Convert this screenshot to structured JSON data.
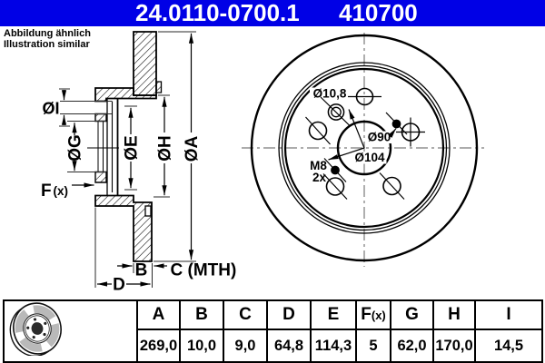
{
  "header": {
    "catalog_number": "24.0110-0700.1",
    "article_number": "410700"
  },
  "note": {
    "line1": "Abbildung ähnlich",
    "line2": "Illustration similar"
  },
  "drawing": {
    "dim_labels": {
      "A": "ØA",
      "H": "ØH",
      "E": "ØE",
      "G": "ØG",
      "I": "ØI",
      "F": "F",
      "F_suffix": "(x)",
      "B": "B",
      "C": "C (MTH)",
      "D": "D"
    },
    "annotations": {
      "bolt_hole_dia": "Ø10,8",
      "hub_circle": "Ø90",
      "bolt_circle": "Ø104",
      "thread_size": "M8",
      "thread_count": "2x"
    }
  },
  "table": {
    "headers": [
      "A",
      "B",
      "C",
      "D",
      "E",
      "F",
      "G",
      "H",
      "I"
    ],
    "f_suffix": "(x)",
    "values": [
      "269,0",
      "10,0",
      "9,0",
      "64,8",
      "114,3",
      "5",
      "62,0",
      "170,0",
      "14,5"
    ]
  },
  "colors": {
    "header_blue": "#0000e6",
    "centerline_gray": "#7a7a7a"
  }
}
